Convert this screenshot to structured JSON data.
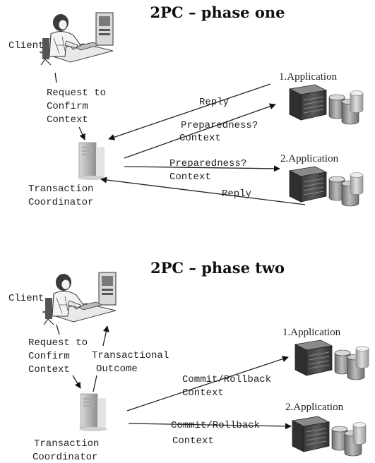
{
  "phase_one": {
    "title": "2PC – phase one",
    "client": "Client",
    "request_line1": "Request to",
    "request_line2": "Confirm",
    "request_line3": "Context",
    "coordinator_line1": "Transaction",
    "coordinator_line2": "Coordinator",
    "app1": "1.Application",
    "app2": "2.Application",
    "reply1": "Reply",
    "prep1_line1": "Preparedness?",
    "prep1_line2": "Context",
    "prep2_line1": "Preparedness?",
    "prep2_line2": "Context",
    "reply2": "Reply"
  },
  "phase_two": {
    "title": "2PC – phase  two",
    "client": "Client",
    "request_line1": "Request to",
    "request_line2": "Confirm",
    "request_line3": "Context",
    "outcome_line1": "Transactional",
    "outcome_line2": "Outcome",
    "coordinator_line1": "Transaction",
    "coordinator_line2": "Coordinator",
    "app1": "1.Application",
    "app2": "2.Application",
    "commit1_line1": "Commit/Rollback",
    "commit1_line2": "Context",
    "commit2_line1": "Commit/Rollback",
    "commit2_line2": "Context"
  },
  "icons": {
    "client": "client-workstation-icon",
    "coordinator": "server-tower-icon",
    "application": "mainframe-database-icon"
  }
}
